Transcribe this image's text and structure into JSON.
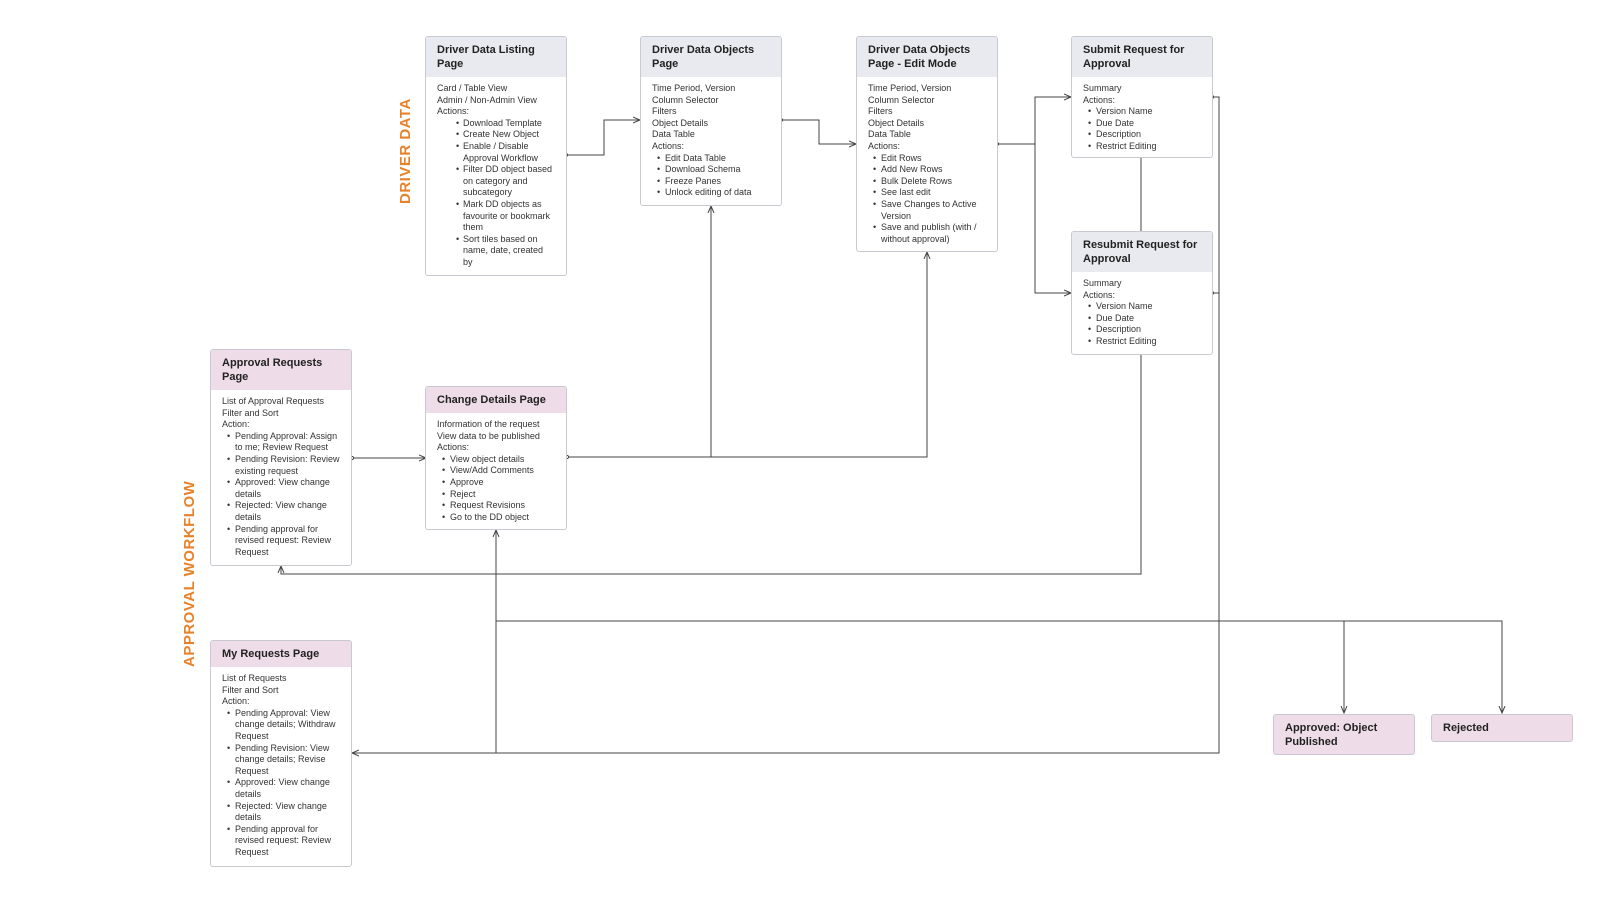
{
  "sections": {
    "driver_data": "DRIVER DATA",
    "approval_workflow": "APPROVAL WORKFLOW"
  },
  "colors": {
    "section_label": "#e8822a",
    "card_head_grey": "#e9eaef",
    "card_head_pink": "#eedde8",
    "border": "#c9c9d1",
    "connector": "#444444"
  },
  "nodes": {
    "listing": {
      "title": "Driver Data Listing Page",
      "lines": [
        "Card / Table View",
        "Admin / Non-Admin View",
        "Actions:"
      ],
      "bullets": [
        "Download Template",
        "Create New Object",
        "Enable / Disable Approval Workflow",
        "Filter DD object based on category and subcategory",
        "Mark DD objects as favourite or bookmark them",
        "Sort tiles based on name, date, created by"
      ]
    },
    "objects": {
      "title": "Driver Data Objects Page",
      "lines": [
        "Time Period, Version",
        "Column Selector",
        "Filters",
        "Object Details",
        "Data Table",
        "Actions:"
      ],
      "bullets": [
        "Edit Data Table",
        "Download Schema",
        "Freeze Panes",
        "Unlock editing of data"
      ]
    },
    "edit": {
      "title": "Driver Data Objects Page - Edit Mode",
      "lines": [
        "Time Period, Version",
        "Column Selector",
        "Filters",
        "Object Details",
        "Data Table",
        "Actions:"
      ],
      "bullets": [
        "Edit Rows",
        "Add New Rows",
        "Bulk Delete Rows",
        "See last edit",
        "Save Changes to Active Version",
        "Save and publish (with / without approval)"
      ]
    },
    "submit": {
      "title": "Submit Request for Approval",
      "lines": [
        "Summary",
        "Actions:"
      ],
      "bullets": [
        "Version Name",
        "Due Date",
        "Description",
        "Restrict Editing"
      ]
    },
    "resubmit": {
      "title": "Resubmit Request for Approval",
      "lines": [
        "Summary",
        "Actions:"
      ],
      "bullets": [
        "Version Name",
        "Due Date",
        "Description",
        "Restrict Editing"
      ]
    },
    "approval_requests": {
      "title": "Approval Requests Page",
      "lines": [
        "List of Approval Requests",
        "Filter and Sort",
        "Action:"
      ],
      "bullets": [
        "Pending Approval: Assign to me; Review Request",
        "Pending Revision: Review existing request",
        "Approved: View change details",
        "Rejected: View change details",
        "Pending approval for revised request: Review Request"
      ]
    },
    "change_details": {
      "title": "Change Details Page",
      "lines": [
        "Information of the request",
        "View data to be published",
        "Actions:"
      ],
      "bullets": [
        "View object details",
        "View/Add Comments",
        "Approve",
        "Reject",
        "Request Revisions",
        "Go to the DD object"
      ]
    },
    "my_requests": {
      "title": "My Requests Page",
      "lines": [
        "List of Requests",
        "Filter and Sort",
        "Action:"
      ],
      "bullets": [
        "Pending Approval: View change details; Withdraw Request",
        "Pending Revision: View change details; Revise Request",
        "Approved: View change details",
        "Rejected: View change details",
        "Pending approval for revised request: Review Request"
      ]
    },
    "approved": {
      "title": "Approved: Object Published"
    },
    "rejected": {
      "title": "Rejected"
    }
  }
}
